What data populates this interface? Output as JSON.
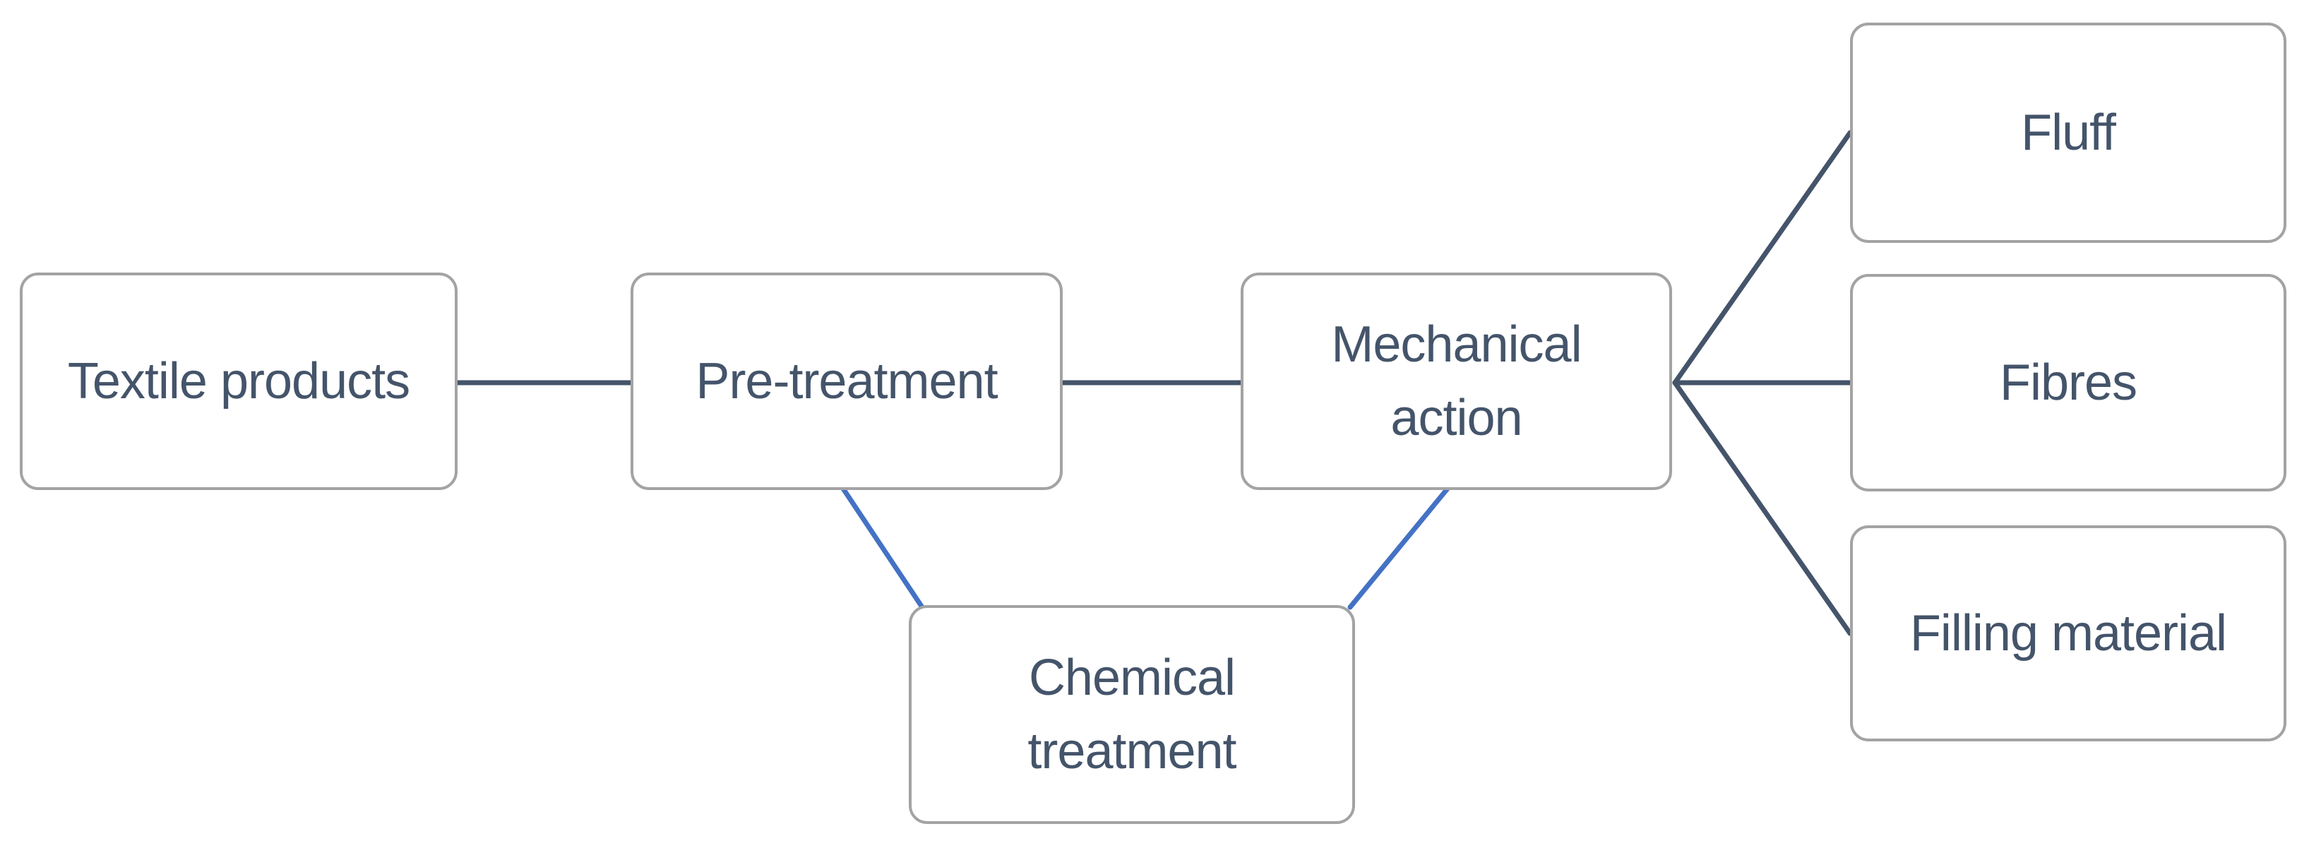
{
  "diagram": {
    "type": "flow-diagram",
    "nodes": [
      {
        "id": "textile",
        "label": "Textile products"
      },
      {
        "id": "pretreatment",
        "label": "Pre-treatment"
      },
      {
        "id": "mechanical",
        "label": "Mechanical\naction"
      },
      {
        "id": "chemical",
        "label": "Chemical\ntreatment"
      },
      {
        "id": "fluff",
        "label": "Fluff"
      },
      {
        "id": "fibres",
        "label": "Fibres"
      },
      {
        "id": "filling",
        "label": "Filling material"
      }
    ],
    "edges": [
      {
        "from": "textile",
        "to": "pretreatment",
        "style": "dark"
      },
      {
        "from": "pretreatment",
        "to": "mechanical",
        "style": "dark"
      },
      {
        "from": "mechanical",
        "to": "fluff",
        "style": "dark"
      },
      {
        "from": "mechanical",
        "to": "fibres",
        "style": "dark"
      },
      {
        "from": "mechanical",
        "to": "filling",
        "style": "dark"
      },
      {
        "from": "pretreatment",
        "to": "chemical",
        "style": "blue"
      },
      {
        "from": "chemical",
        "to": "mechanical",
        "style": "blue"
      }
    ],
    "colors": {
      "connector_dark": "#44546A",
      "connector_blue": "#4472C4",
      "box_border": "#A3A3A3",
      "text": "#44546A",
      "background": "#FFFFFF"
    }
  }
}
